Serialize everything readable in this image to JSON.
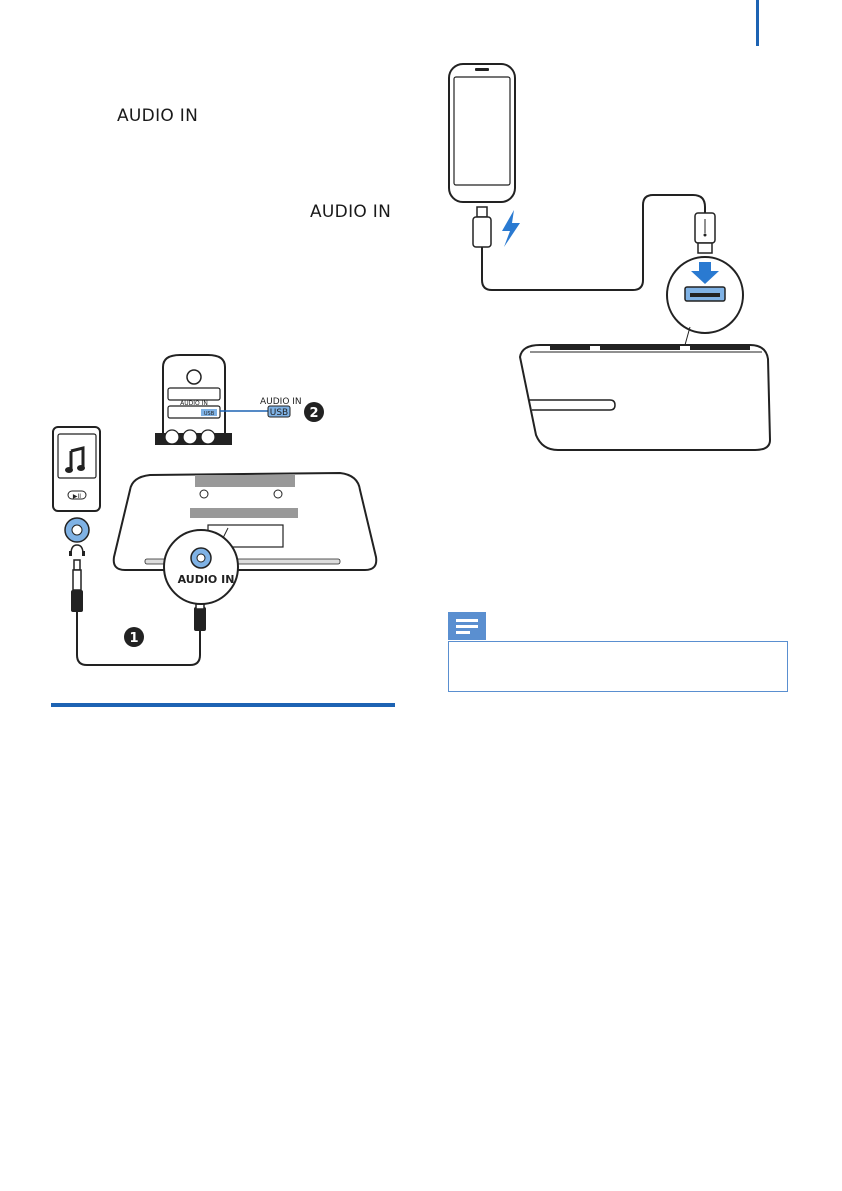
{
  "page": {
    "audio_in_label_1": "AUDIO IN",
    "audio_in_label_2": "AUDIO IN"
  },
  "figure_left": {
    "top_device_label": "AUDIO IN",
    "usb_label": "USB",
    "port_small_audio": "AUDIO IN",
    "port_small_usb": "USB",
    "callout_label": "AUDIO IN",
    "step_1": "1",
    "step_2": "2"
  },
  "colors": {
    "accent": "#1d63b3",
    "usb_highlight": "#7fb2e5",
    "line": "#222222"
  },
  "icons": [
    "music-note-icon",
    "headphones-icon",
    "lightning-icon",
    "usb-icon",
    "arrow-down-icon",
    "note-icon"
  ]
}
